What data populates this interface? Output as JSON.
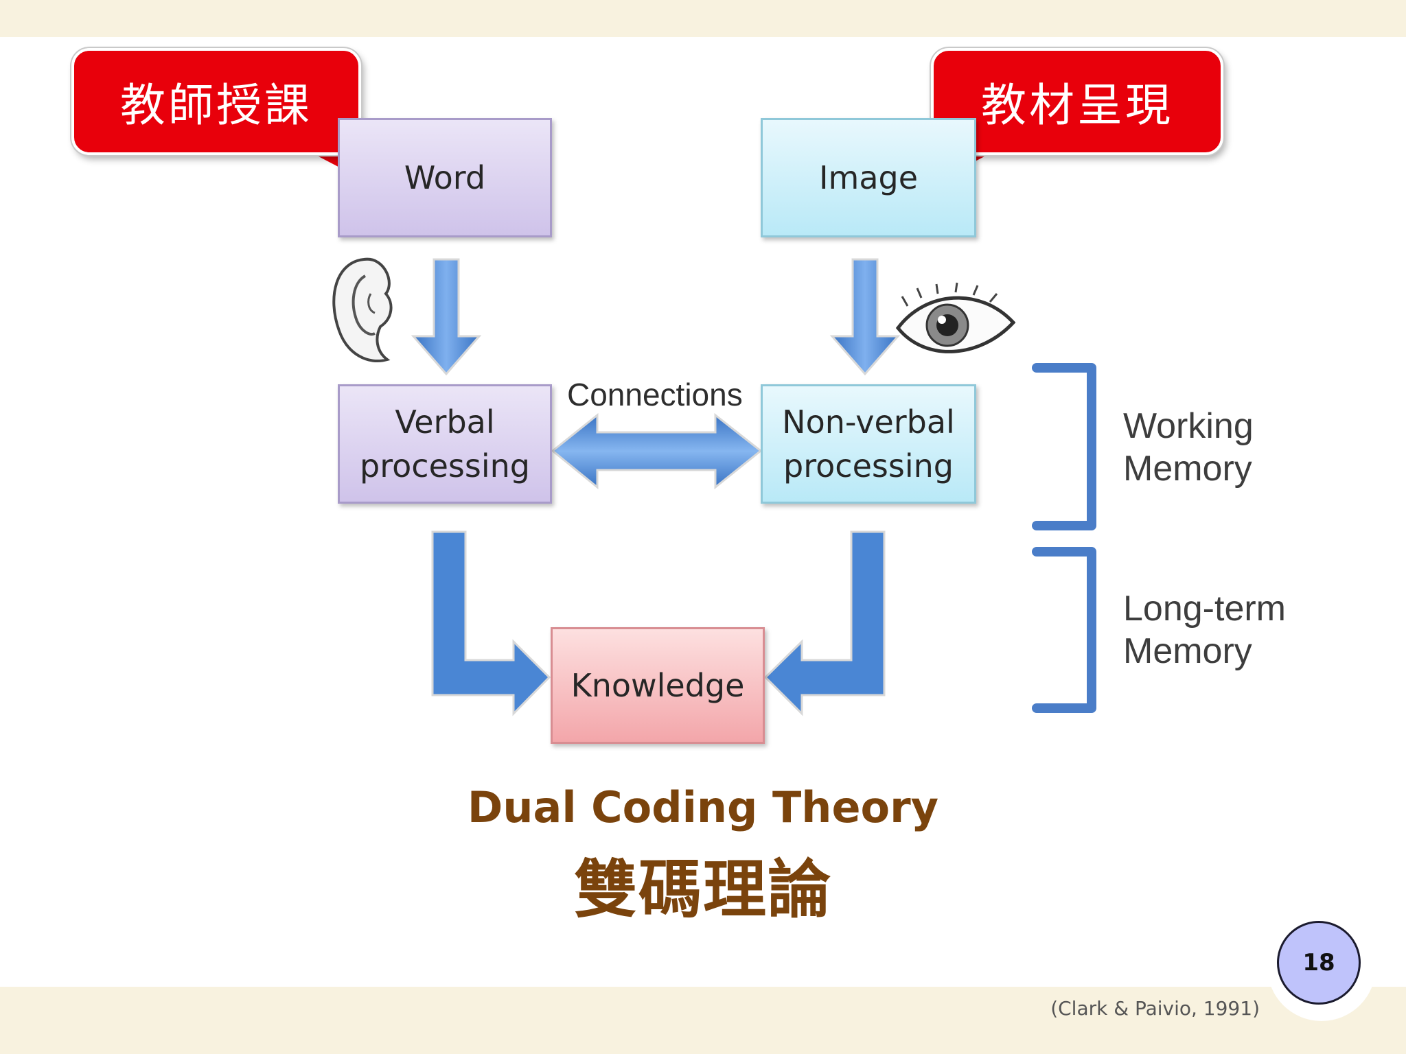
{
  "diagram": {
    "callouts": {
      "left": "教師授課",
      "right": "教材呈現"
    },
    "boxes": {
      "word": "Word",
      "image": "Image",
      "verbal_line1": "Verbal",
      "verbal_line2": "processing",
      "nonverbal_line1": "Non-verbal",
      "nonverbal_line2": "processing",
      "knowledge": "Knowledge"
    },
    "connections_label": "Connections",
    "memory_labels": {
      "working_line1": "Working",
      "working_line2": "Memory",
      "longterm_line1": "Long-term",
      "longterm_line2": "Memory"
    },
    "icons": {
      "ear": "ear-icon",
      "eye": "eye-icon"
    },
    "colors": {
      "arrow_blue": "#4a86d4",
      "callout_red": "#e8000b",
      "title_brown": "#7a430c",
      "word_purple": "#cfc3ea",
      "image_cyan": "#b9e9f7",
      "knowledge_pink": "#f3a6aa"
    }
  },
  "title": {
    "english": "Dual Coding Theory",
    "chinese": "雙碼理論"
  },
  "footer": {
    "page_number": "18",
    "citation": "(Clark & Paivio, 1991)"
  }
}
